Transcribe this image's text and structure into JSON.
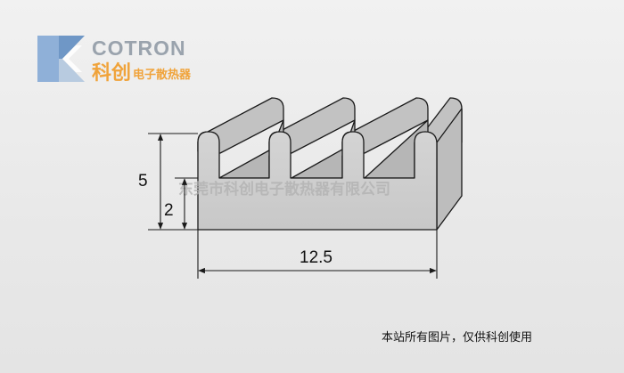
{
  "logo": {
    "brand_en": "COTRON",
    "brand_cn_main": "科创",
    "brand_cn_sub": "电子散热器",
    "colors": {
      "blue": "#6f97c6",
      "orange": "#f0a33a",
      "gray": "#9aa3ad"
    }
  },
  "drawing": {
    "dimensions": {
      "total_height": "5",
      "base_height": "2",
      "width": "12.5"
    },
    "fin_count": 4,
    "profile_color": "#cdcdcd",
    "line_color": "#1a1a1a"
  },
  "watermark": {
    "text": "东莞市科创电子散热器有限公司"
  },
  "footer": {
    "copyright": "本站所有图片，仅供科创使用"
  }
}
